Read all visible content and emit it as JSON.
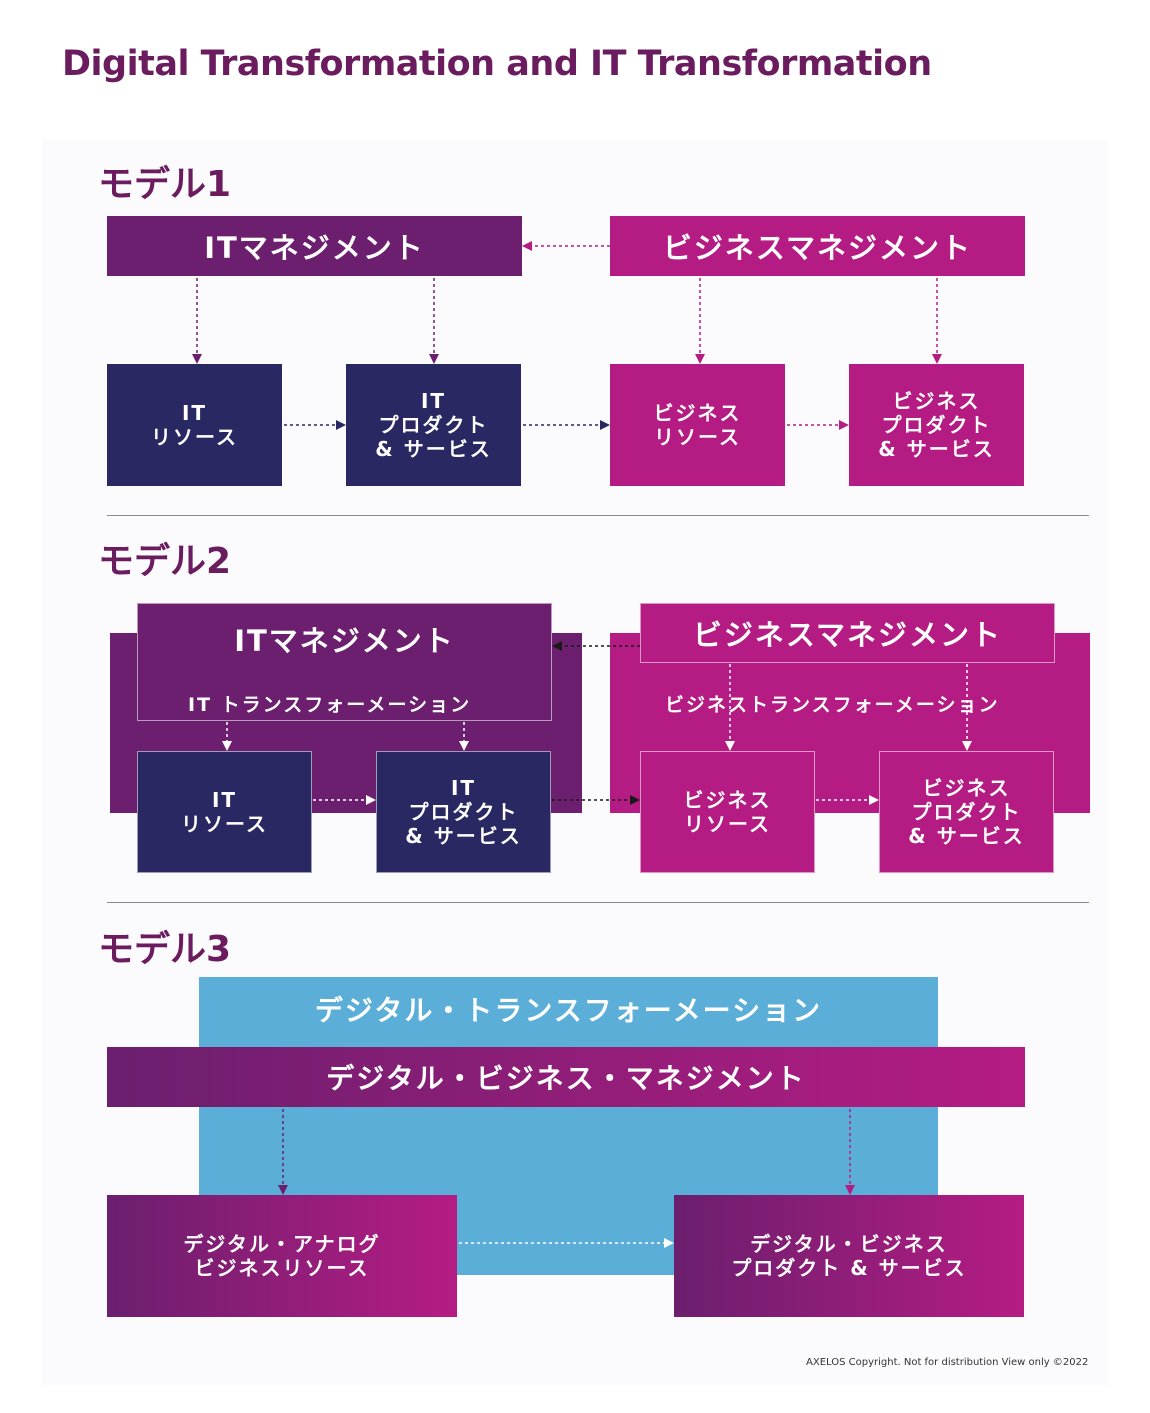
{
  "title": "Digital Transformation and IT Transformation",
  "colors": {
    "title": "#6a1c5e",
    "navy": "#2a2862",
    "purple": "#6b1f6e",
    "magenta": "#b51c83",
    "blue": "#5aaed8"
  },
  "model1": {
    "label": "モデル1",
    "it_management": "ITマネジメント",
    "business_management": "ビジネスマネジメント",
    "it_resources": "IT\nリソース",
    "it_products": "IT\nプロダクト\n& サービス",
    "business_resources": "ビジネス\nリソース",
    "business_products": "ビジネス\nプロダクト\n& サービス"
  },
  "model2": {
    "label": "モデル2",
    "it_management": "ITマネジメント",
    "it_transformation": "IT トランスフォーメーション",
    "business_management": "ビジネスマネジメント",
    "business_transformation": "ビジネストランスフォーメーション",
    "it_resources": "IT\nリソース",
    "it_products": "IT\nプロダクト\n& サービス",
    "business_resources": "ビジネス\nリソース",
    "business_products": "ビジネス\nプロダクト\n& サービス"
  },
  "model3": {
    "label": "モデル3",
    "digital_transformation": "デジタル・トランスフォーメーション",
    "digital_business_management": "デジタル・ビジネス・マネジメント",
    "digital_analog_resources": "デジタル・アナログ\nビジネスリソース",
    "digital_business_products": "デジタル・ビジネス\nプロダクト & サービス"
  },
  "footer": "AXELOS Copyright. Not for distribution View only ©2022"
}
